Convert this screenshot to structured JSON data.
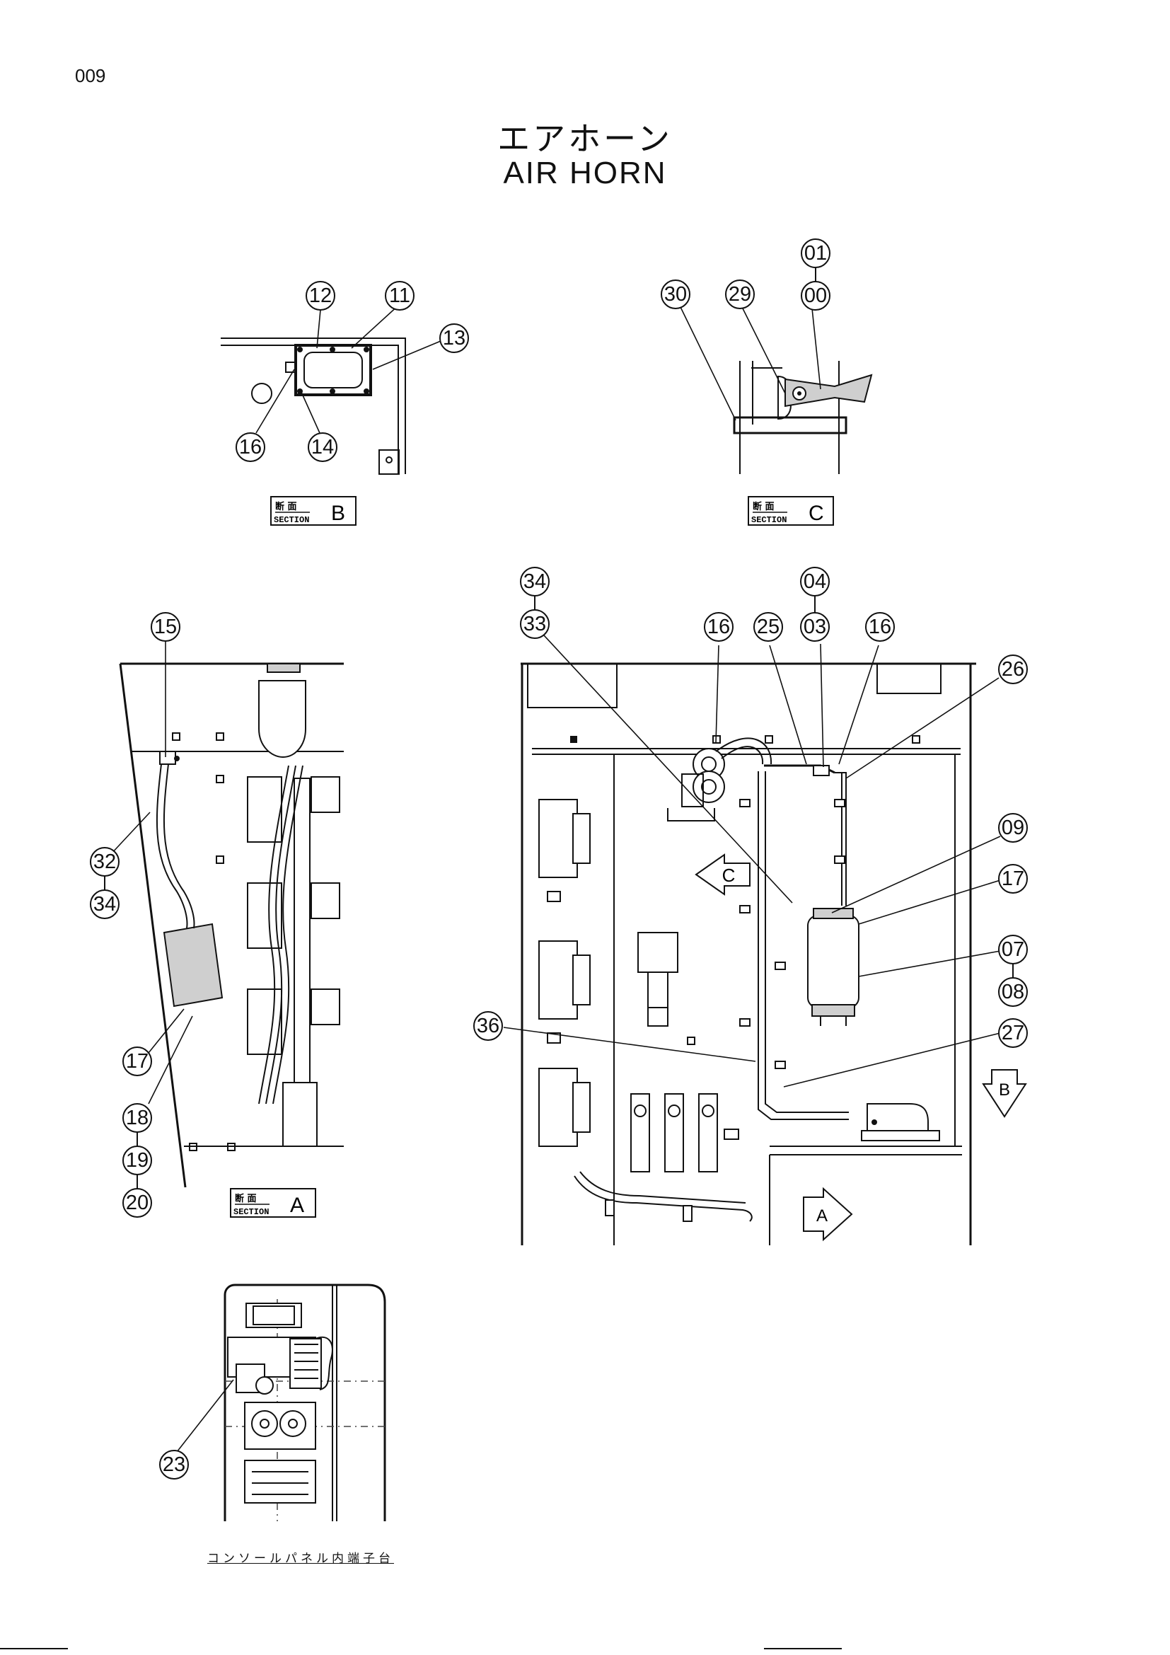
{
  "page_number": "009",
  "title": {
    "japanese": "エアホーン",
    "english": "AIR   HORN"
  },
  "sections": [
    {
      "kanji": "断 面",
      "word": "SECTION",
      "letter": "B"
    },
    {
      "kanji": "断 面",
      "word": "SECTION",
      "letter": "C"
    },
    {
      "kanji": "断 面",
      "word": "SECTION",
      "letter": "A"
    }
  ],
  "view_arrows": {
    "c": "C",
    "b": "B",
    "a": "A"
  },
  "callouts": {
    "b": [
      "12",
      "11",
      "13",
      "16",
      "14"
    ],
    "c": [
      "01",
      "00",
      "30",
      "29"
    ],
    "main": [
      "34",
      "33",
      "04",
      "03",
      "16",
      "25",
      "16",
      "26",
      "09",
      "17",
      "07",
      "08",
      "36",
      "27"
    ],
    "a": [
      "15",
      "32",
      "34",
      "17",
      "18",
      "19",
      "20"
    ],
    "panel": [
      "23"
    ]
  },
  "caption": "コンソールパネル内端子台"
}
